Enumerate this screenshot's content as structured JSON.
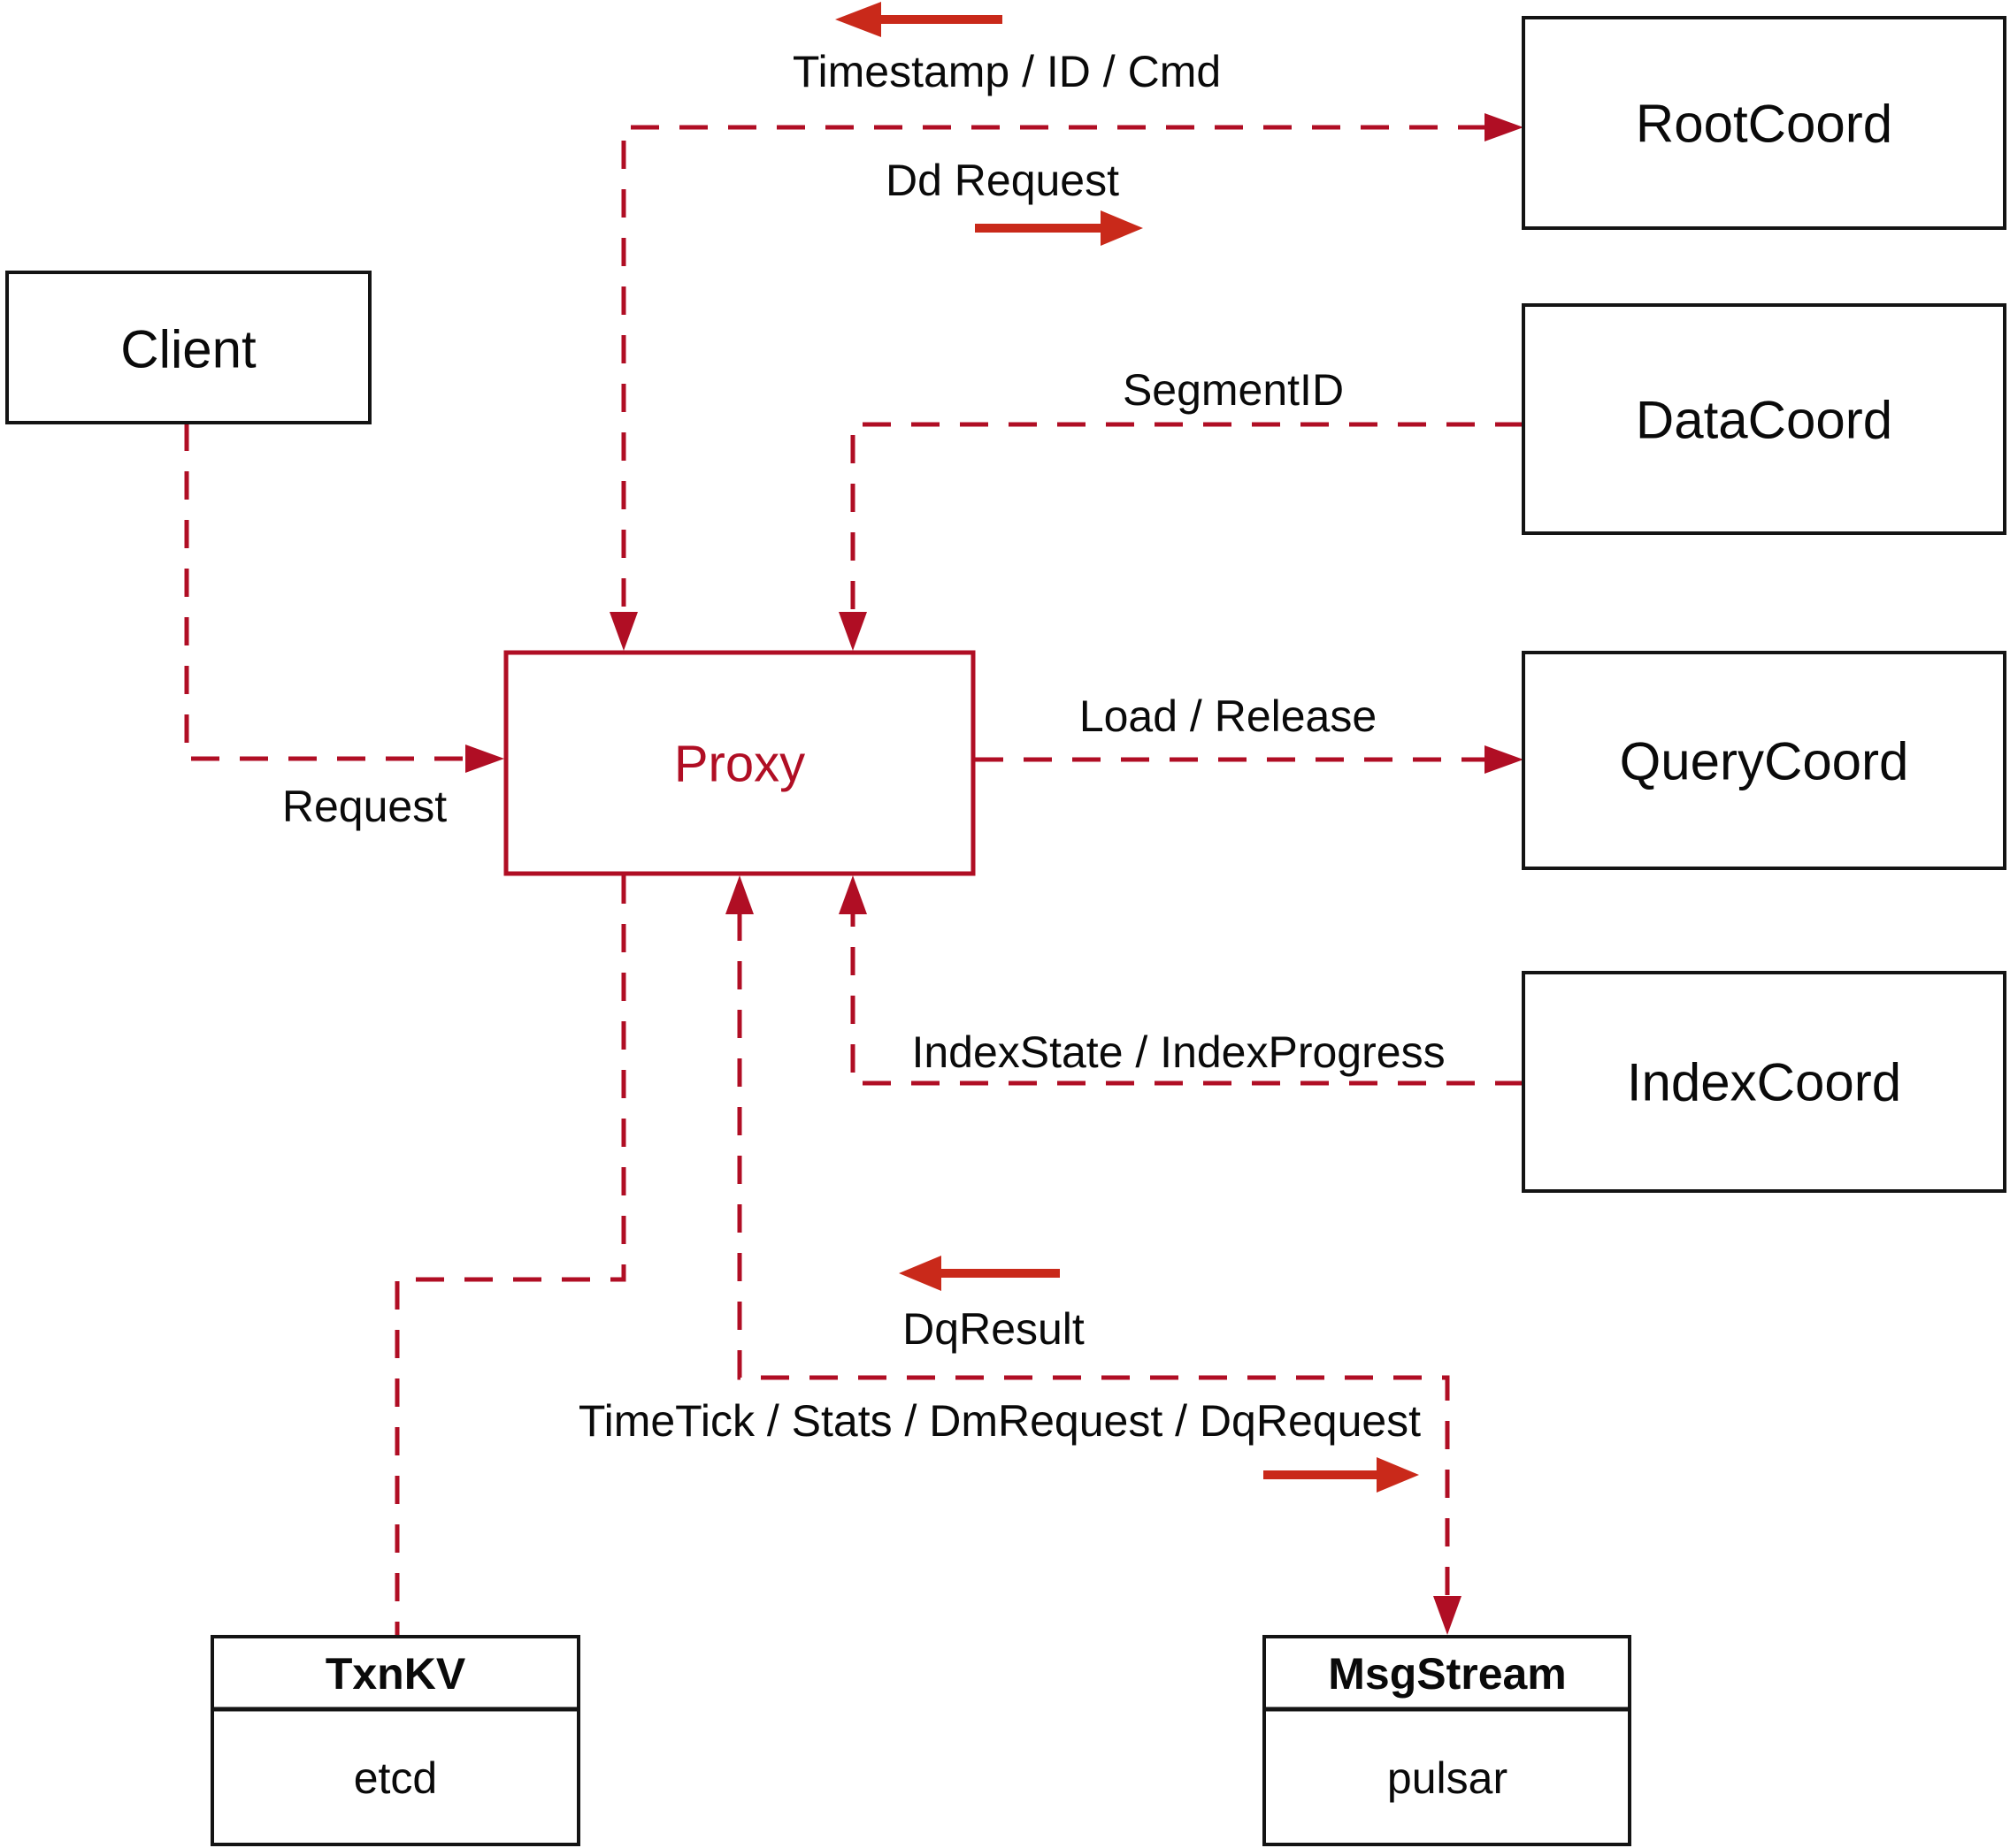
{
  "diagram": {
    "colors": {
      "background": "#ffffff",
      "node_border": "#141414",
      "proxy_accent": "#b00e24",
      "dashed_edge": "#b00e24",
      "solid_arrow": "#c9291a",
      "label_text": "#0a0a0a"
    },
    "nodes": {
      "client": {
        "label": "Client"
      },
      "proxy": {
        "label": "Proxy"
      },
      "root_coord": {
        "label": "RootCoord"
      },
      "data_coord": {
        "label": "DataCoord"
      },
      "query_coord": {
        "label": "QueryCoord"
      },
      "index_coord": {
        "label": "IndexCoord"
      },
      "txn_kv": {
        "title": "TxnKV",
        "impl": "etcd"
      },
      "msg_stream": {
        "title": "MsgStream",
        "impl": "pulsar"
      }
    },
    "edge_labels": {
      "timestamp_id_cmd": "Timestamp / ID / Cmd",
      "dd_request": "Dd Request",
      "segment_id": "SegmentID",
      "request": "Request",
      "load_release": "Load / Release",
      "index_state_progress": "IndexState / IndexProgress",
      "dq_result": "DqResult",
      "timetick_stats": "TimeTick / Stats / DmRequest / DqRequest"
    }
  }
}
